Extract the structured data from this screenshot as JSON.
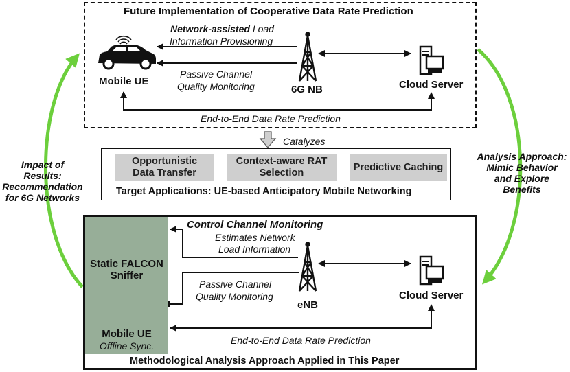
{
  "top_box": {
    "title": "Future Implementation of Cooperative Data Rate Prediction",
    "arrow_network_bold": "Network-assisted",
    "arrow_network_rest": " Load",
    "arrow_network_line2": "Information Provisioning",
    "arrow_passive_line1": "Passive Channel",
    "arrow_passive_line2": "Quality Monitoring",
    "mobile_ue": "Mobile UE",
    "base_station": "6G NB",
    "cloud_server": "Cloud Server",
    "e2e_prediction": "End-to-End Data Rate Prediction"
  },
  "catalyzes": "Catalyzes",
  "applications": {
    "items": [
      "Opportunistic\nData Transfer",
      "Context-aware RAT\nSelection",
      "Predictive Caching"
    ],
    "caption": "Target Applications: UE-based Anticipatory Mobile Networking"
  },
  "left_side": {
    "line1": "Impact of Results:",
    "line2": "Recommendation",
    "line3": "for 6G Networks"
  },
  "right_side": {
    "line1": "Analysis Approach:",
    "line2": "Mimic Behavior",
    "line3": "and Explore",
    "line4": "Benefits"
  },
  "bottom_box": {
    "control_monitoring": "Control Channel Monitoring",
    "estimates_line1": "Estimates Network",
    "estimates_line2": "Load Information",
    "sniffer_line1": "Static FALCON",
    "sniffer_line2": "Sniffer",
    "arrow_passive_line1": "Passive Channel",
    "arrow_passive_line2": "Quality Monitoring",
    "mobile_ue": "Mobile UE",
    "offline_sync": "Offline Sync.",
    "base_station": "eNB",
    "cloud_server": "Cloud Server",
    "e2e_prediction": "End-to-End Data Rate Prediction",
    "caption": "Methodological Analysis Approach Applied in This Paper"
  },
  "colors": {
    "cycle_arrow": "#6ccf3c",
    "sniffer_panel": "#97ae98",
    "app_box": "#cfcfcf"
  },
  "icons": [
    "car-icon",
    "wifi-signal-icon",
    "cell-tower-icon",
    "cloud-server-icon",
    "falcon-logo-icon"
  ]
}
